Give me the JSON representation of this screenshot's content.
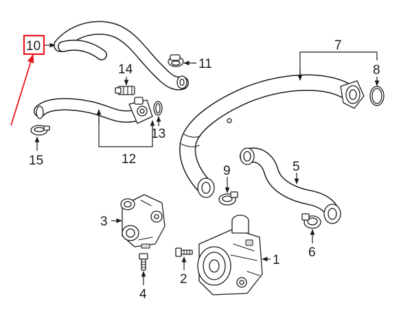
{
  "callouts": {
    "c1": "1",
    "c2": "2",
    "c3": "3",
    "c4": "4",
    "c5": "5",
    "c6": "6",
    "c7": "7",
    "c8": "8",
    "c9": "9",
    "c10": "10",
    "c11": "11",
    "c12": "12",
    "c13": "13",
    "c14": "14",
    "c15": "15"
  },
  "colors": {
    "line": "#1a1a1a",
    "highlight": "#e8141c",
    "background": "#ffffff"
  }
}
